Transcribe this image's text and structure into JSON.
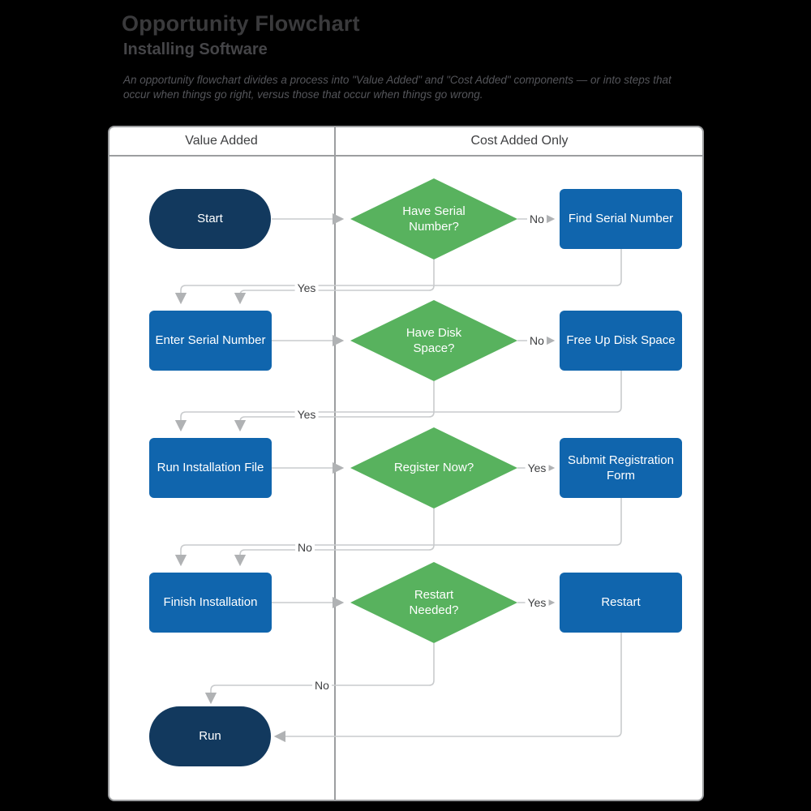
{
  "header": {
    "title": "Opportunity Flowchart",
    "subtitle": "Installing Software",
    "description": "An opportunity flowchart divides a process into \"Value Added\" and \"Cost Added\" components — or into steps that occur when things go right, versus those that occur when things go wrong."
  },
  "chart": {
    "columns": [
      {
        "label": "Value Added"
      },
      {
        "label": "Cost Added Only"
      }
    ],
    "nodes": {
      "start": {
        "type": "terminator",
        "label": "Start"
      },
      "have_serial": {
        "type": "decision",
        "label": "Have Serial\nNumber?"
      },
      "find_serial": {
        "type": "process",
        "label": "Find Serial Number"
      },
      "enter_serial": {
        "type": "process",
        "label": "Enter Serial Number"
      },
      "have_disk": {
        "type": "decision",
        "label": "Have Disk\nSpace?"
      },
      "free_disk": {
        "type": "process",
        "label": "Free Up Disk Space"
      },
      "run_install": {
        "type": "process",
        "label": "Run Installation File"
      },
      "register_now": {
        "type": "decision",
        "label": "Register Now?"
      },
      "submit_reg": {
        "type": "process",
        "label": "Submit Registration\nForm"
      },
      "finish_install": {
        "type": "process",
        "label": "Finish Installation"
      },
      "restart_needed": {
        "type": "decision",
        "label": "Restart\nNeeded?"
      },
      "restart": {
        "type": "process",
        "label": "Restart"
      },
      "run": {
        "type": "terminator",
        "label": "Run"
      }
    },
    "edge_labels": {
      "no_serial": "No",
      "yes_serial": "Yes",
      "no_disk": "No",
      "yes_disk": "Yes",
      "yes_register": "Yes",
      "no_register": "No",
      "yes_restart": "Yes",
      "no_restart": "No"
    },
    "colors": {
      "terminator_fill": "#12395e",
      "process_fill": "#1065ad",
      "decision_fill": "#58b25e",
      "connector": "#c9cbcd",
      "arrowhead": "#b0b2b4",
      "border": "#9c9ea0",
      "page_background": "#000000",
      "chart_background": "#ffffff"
    }
  }
}
